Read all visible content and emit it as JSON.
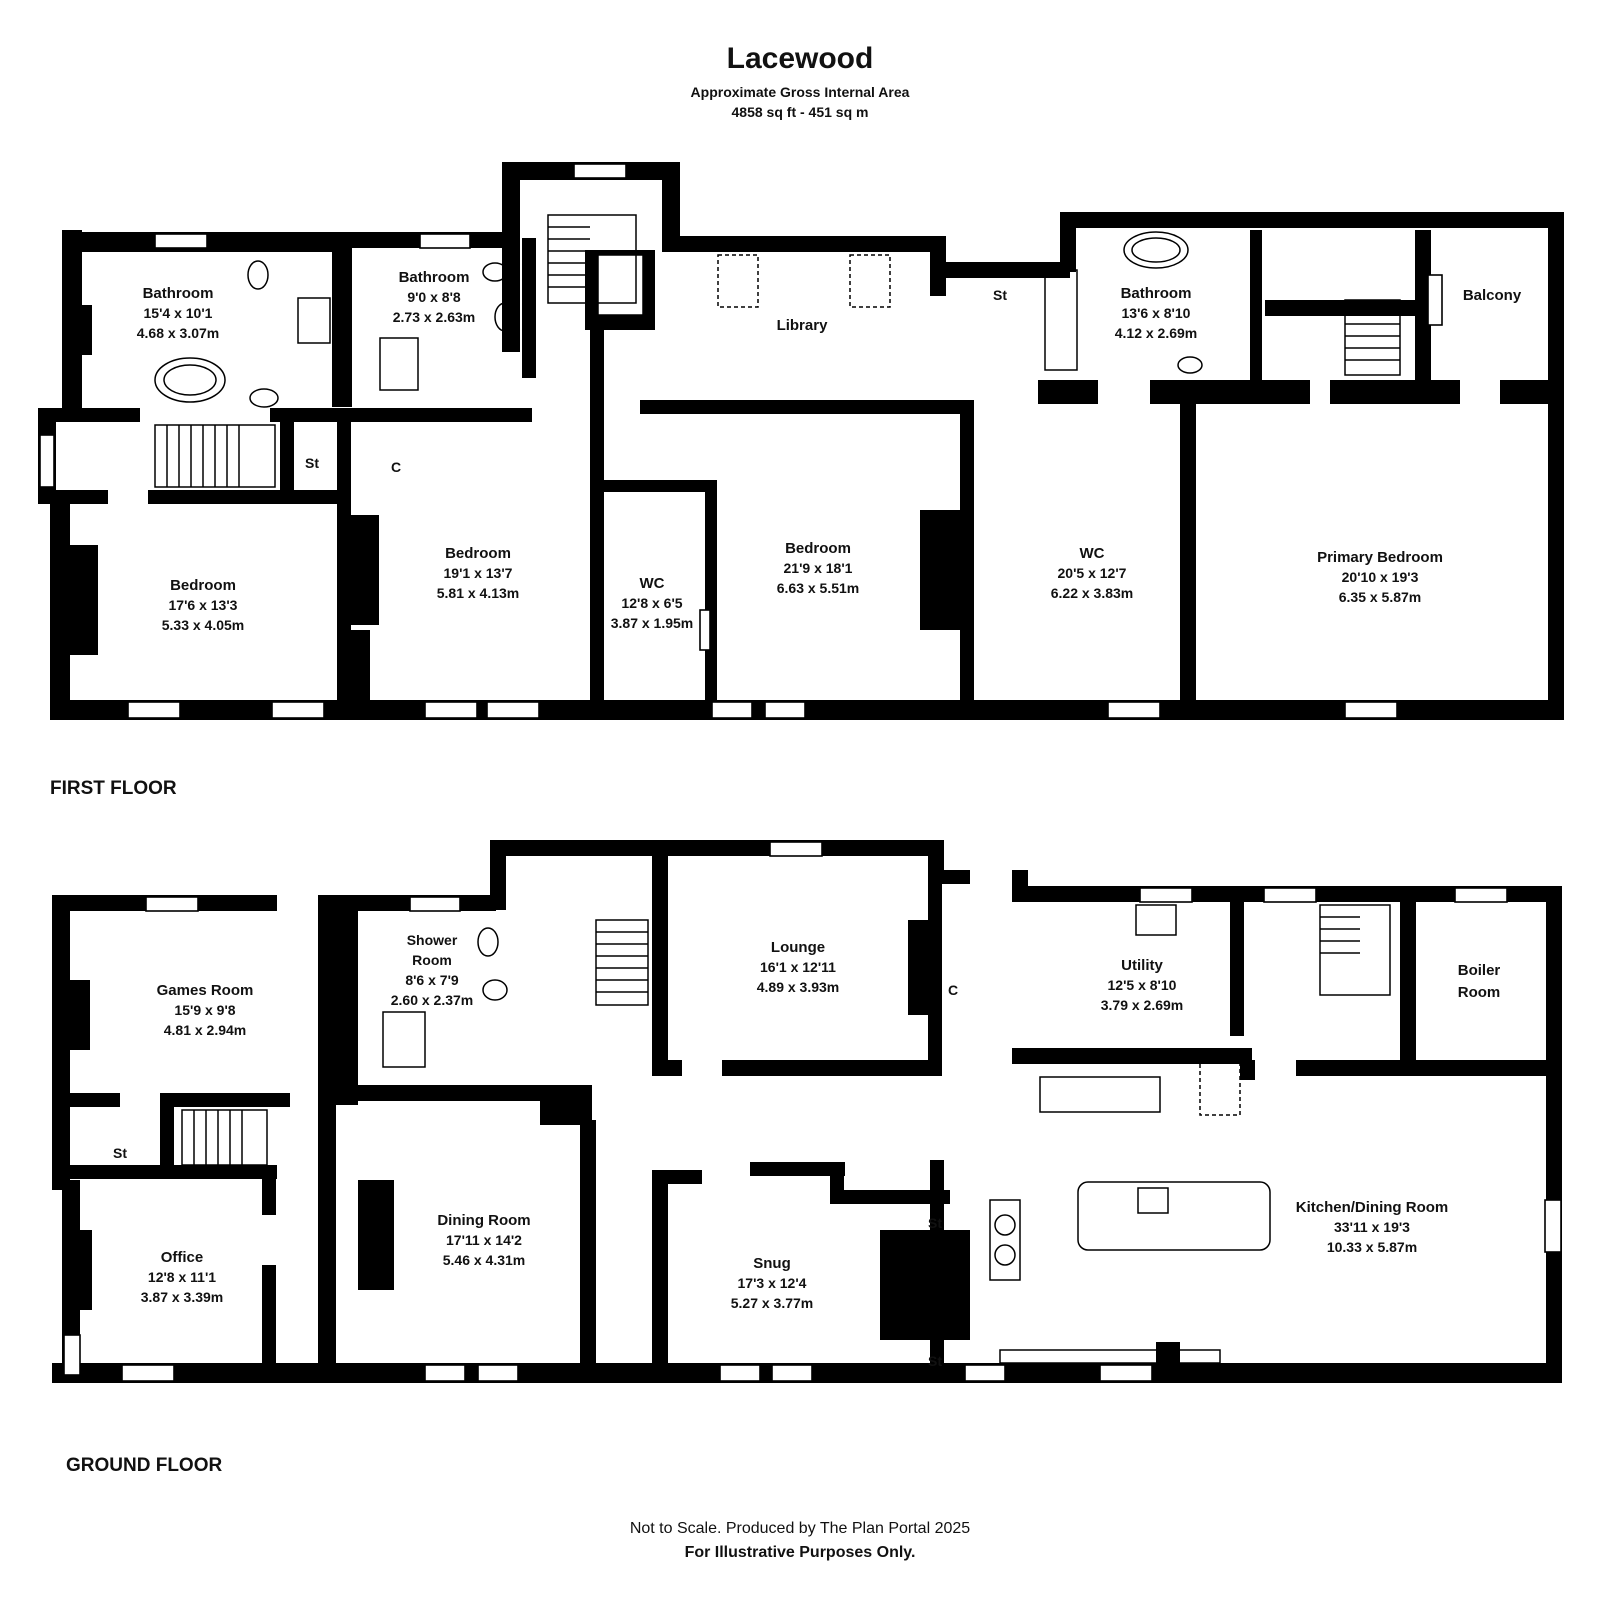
{
  "header": {
    "title": "Lacewood",
    "subtitle": "Approximate Gross Internal Area",
    "area": "4858 sq ft - 451 sq m"
  },
  "floors": {
    "first": "FIRST FLOOR",
    "ground": "GROUND FLOOR"
  },
  "rooms": {
    "ff_bath1": {
      "name": "Bathroom",
      "imperial": "15'4 x 10'1",
      "metric": "4.68 x 3.07m"
    },
    "ff_bath2": {
      "name": "Bathroom",
      "imperial": "9'0 x 8'8",
      "metric": "2.73 x 2.63m"
    },
    "ff_library": {
      "name": "Library"
    },
    "ff_st_top": {
      "name": "St"
    },
    "ff_bath3": {
      "name": "Bathroom",
      "imperial": "13'6 x 8'10",
      "metric": "4.12 x 2.69m"
    },
    "ff_balcony": {
      "name": "Balcony"
    },
    "ff_st_left": {
      "name": "St"
    },
    "ff_c": {
      "name": "C"
    },
    "ff_bed1": {
      "name": "Bedroom",
      "imperial": "17'6 x 13'3",
      "metric": "5.33 x 4.05m"
    },
    "ff_bed2": {
      "name": "Bedroom",
      "imperial": "19'1 x 13'7",
      "metric": "5.81 x 4.13m"
    },
    "ff_wc1": {
      "name": "WC",
      "imperial": "12'8 x 6'5",
      "metric": "3.87 x 1.95m"
    },
    "ff_bed3": {
      "name": "Bedroom",
      "imperial": "21'9 x 18'1",
      "metric": "6.63 x 5.51m"
    },
    "ff_wc2": {
      "name": "WC",
      "imperial": "20'5 x 12'7",
      "metric": "6.22 x 3.83m"
    },
    "ff_primary": {
      "name": "Primary Bedroom",
      "imperial": "20'10 x 19'3",
      "metric": "6.35 x 5.87m"
    },
    "gf_games": {
      "name": "Games Room",
      "imperial": "15'9 x 9'8",
      "metric": "4.81 x 2.94m"
    },
    "gf_shower": {
      "name1": "Shower",
      "name2": "Room",
      "imperial": "8'6 x 7'9",
      "metric": "2.60 x 2.37m"
    },
    "gf_lounge": {
      "name": "Lounge",
      "imperial": "16'1 x 12'11",
      "metric": "4.89 x 3.93m"
    },
    "gf_c": {
      "name": "C"
    },
    "gf_utility": {
      "name": "Utility",
      "imperial": "12'5 x 8'10",
      "metric": "3.79 x 2.69m"
    },
    "gf_boiler": {
      "name1": "Boiler",
      "name2": "Room"
    },
    "gf_st_left": {
      "name": "St"
    },
    "gf_office": {
      "name": "Office",
      "imperial": "12'8 x 11'1",
      "metric": "3.87 x 3.39m"
    },
    "gf_dining": {
      "name": "Dining Room",
      "imperial": "17'11 x 14'2",
      "metric": "5.46 x 4.31m"
    },
    "gf_snug": {
      "name": "Snug",
      "imperial": "17'3 x 12'4",
      "metric": "5.27 x 3.77m"
    },
    "gf_st_snug1": {
      "name": "St"
    },
    "gf_st_snug2": {
      "name": "St"
    },
    "gf_kitchen": {
      "name": "Kitchen/Dining Room",
      "imperial": "33'11 x 19'3",
      "metric": "10.33 x 5.87m"
    }
  },
  "footer": {
    "line1": "Not to Scale. Produced by The Plan Portal 2025",
    "line2": "For Illustrative Purposes Only."
  }
}
